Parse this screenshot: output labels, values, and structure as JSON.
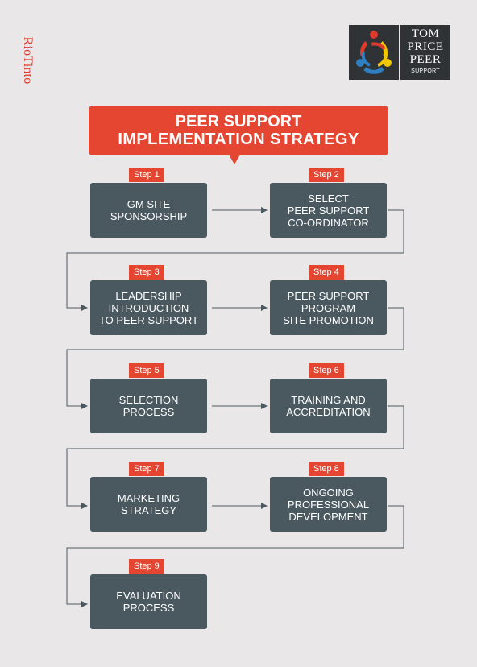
{
  "brand": {
    "name": "RioTinto"
  },
  "logo": {
    "lines": [
      "TOM",
      "PRICE",
      "PEER",
      "SUPPORT"
    ],
    "icon": "peer-support-ring-icon",
    "colors": {
      "red": "#e03a2b",
      "blue": "#2f7fc1",
      "yellow": "#f2c500",
      "background": "#2f3336"
    }
  },
  "title": {
    "line1": "PEER SUPPORT",
    "line2": "IMPLEMENTATION STRATEGY"
  },
  "colors": {
    "accent": "#e44632",
    "box": "#4a5860",
    "connector": "#4a5860",
    "background": "#e9e7e7"
  },
  "steps": [
    {
      "tag": "Step 1",
      "text": "GM SITE\nSPONSORSHIP"
    },
    {
      "tag": "Step 2",
      "text": "SELECT\nPEER SUPPORT\nCO-ORDINATOR"
    },
    {
      "tag": "Step 3",
      "text": "LEADERSHIP\nINTRODUCTION\nTO PEER SUPPORT"
    },
    {
      "tag": "Step 4",
      "text": "PEER SUPPORT\nPROGRAM\nSITE PROMOTION"
    },
    {
      "tag": "Step 5",
      "text": "SELECTION\nPROCESS"
    },
    {
      "tag": "Step 6",
      "text": "TRAINING AND\nACCREDITATION"
    },
    {
      "tag": "Step 7",
      "text": "MARKETING\nSTRATEGY"
    },
    {
      "tag": "Step 8",
      "text": "ONGOING\nPROFESSIONAL\nDEVELOPMENT"
    },
    {
      "tag": "Step 9",
      "text": "EVALUATION\nPROCESS"
    }
  ]
}
